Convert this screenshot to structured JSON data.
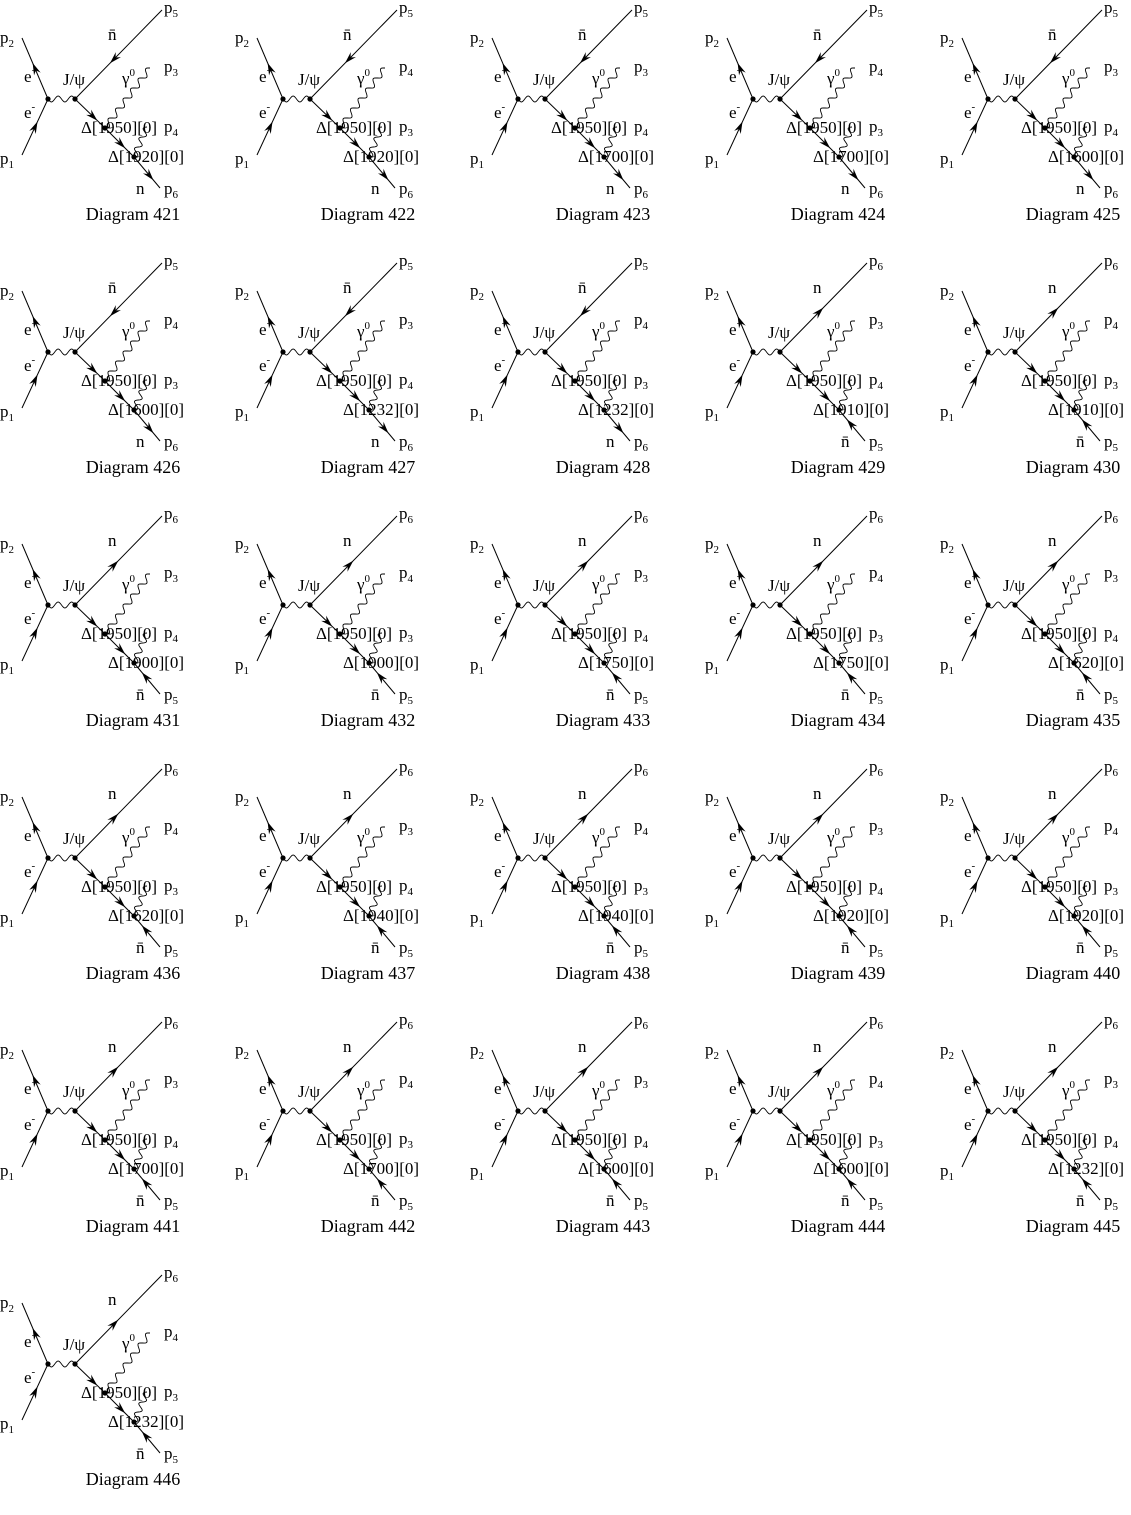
{
  "sheet": {
    "columns": 5,
    "diagrams": [
      {
        "caption": "Diagram 421",
        "top_label": "n̄",
        "top_ext": "p",
        "top_ext_sub": "5",
        "top_arrow": "in",
        "mid_label": "Δ[1920][0]",
        "bottom_label": "n",
        "bottom_ext": "p",
        "bottom_ext_sub": "6",
        "bottom_arrow": "out",
        "photon_top_sub": "3",
        "photon_bottom_sub": "4"
      },
      {
        "caption": "Diagram 422",
        "top_label": "n̄",
        "top_ext": "p",
        "top_ext_sub": "5",
        "top_arrow": "in",
        "mid_label": "Δ[1920][0]",
        "bottom_label": "n",
        "bottom_ext": "p",
        "bottom_ext_sub": "6",
        "bottom_arrow": "out",
        "photon_top_sub": "4",
        "photon_bottom_sub": "3"
      },
      {
        "caption": "Diagram 423",
        "top_label": "n̄",
        "top_ext": "p",
        "top_ext_sub": "5",
        "top_arrow": "in",
        "mid_label": "Δ[1700][0]",
        "bottom_label": "n",
        "bottom_ext": "p",
        "bottom_ext_sub": "6",
        "bottom_arrow": "out",
        "photon_top_sub": "3",
        "photon_bottom_sub": "4"
      },
      {
        "caption": "Diagram 424",
        "top_label": "n̄",
        "top_ext": "p",
        "top_ext_sub": "5",
        "top_arrow": "in",
        "mid_label": "Δ[1700][0]",
        "bottom_label": "n",
        "bottom_ext": "p",
        "bottom_ext_sub": "6",
        "bottom_arrow": "out",
        "photon_top_sub": "4",
        "photon_bottom_sub": "3"
      },
      {
        "caption": "Diagram 425",
        "top_label": "n̄",
        "top_ext": "p",
        "top_ext_sub": "5",
        "top_arrow": "in",
        "mid_label": "Δ[1600][0]",
        "bottom_label": "n",
        "bottom_ext": "p",
        "bottom_ext_sub": "6",
        "bottom_arrow": "out",
        "photon_top_sub": "3",
        "photon_bottom_sub": "4"
      },
      {
        "caption": "Diagram 426",
        "top_label": "n̄",
        "top_ext": "p",
        "top_ext_sub": "5",
        "top_arrow": "in",
        "mid_label": "Δ[1600][0]",
        "bottom_label": "n",
        "bottom_ext": "p",
        "bottom_ext_sub": "6",
        "bottom_arrow": "out",
        "photon_top_sub": "4",
        "photon_bottom_sub": "3"
      },
      {
        "caption": "Diagram 427",
        "top_label": "n̄",
        "top_ext": "p",
        "top_ext_sub": "5",
        "top_arrow": "in",
        "mid_label": "Δ[1232][0]",
        "bottom_label": "n",
        "bottom_ext": "p",
        "bottom_ext_sub": "6",
        "bottom_arrow": "out",
        "photon_top_sub": "3",
        "photon_bottom_sub": "4"
      },
      {
        "caption": "Diagram 428",
        "top_label": "n̄",
        "top_ext": "p",
        "top_ext_sub": "5",
        "top_arrow": "in",
        "mid_label": "Δ[1232][0]",
        "bottom_label": "n",
        "bottom_ext": "p",
        "bottom_ext_sub": "6",
        "bottom_arrow": "out",
        "photon_top_sub": "4",
        "photon_bottom_sub": "3"
      },
      {
        "caption": "Diagram 429",
        "top_label": "n",
        "top_ext": "p",
        "top_ext_sub": "6",
        "top_arrow": "out",
        "mid_label": "Δ[1910][0]",
        "bottom_label": "n̄",
        "bottom_ext": "p",
        "bottom_ext_sub": "5",
        "bottom_arrow": "in",
        "photon_top_sub": "3",
        "photon_bottom_sub": "4"
      },
      {
        "caption": "Diagram 430",
        "top_label": "n",
        "top_ext": "p",
        "top_ext_sub": "6",
        "top_arrow": "out",
        "mid_label": "Δ[1910][0]",
        "bottom_label": "n̄",
        "bottom_ext": "p",
        "bottom_ext_sub": "5",
        "bottom_arrow": "in",
        "photon_top_sub": "4",
        "photon_bottom_sub": "3"
      },
      {
        "caption": "Diagram 431",
        "top_label": "n",
        "top_ext": "p",
        "top_ext_sub": "6",
        "top_arrow": "out",
        "mid_label": "Δ[1900][0]",
        "bottom_label": "n̄",
        "bottom_ext": "p",
        "bottom_ext_sub": "5",
        "bottom_arrow": "in",
        "photon_top_sub": "3",
        "photon_bottom_sub": "4"
      },
      {
        "caption": "Diagram 432",
        "top_label": "n",
        "top_ext": "p",
        "top_ext_sub": "6",
        "top_arrow": "out",
        "mid_label": "Δ[1900][0]",
        "bottom_label": "n̄",
        "bottom_ext": "p",
        "bottom_ext_sub": "5",
        "bottom_arrow": "in",
        "photon_top_sub": "4",
        "photon_bottom_sub": "3"
      },
      {
        "caption": "Diagram 433",
        "top_label": "n",
        "top_ext": "p",
        "top_ext_sub": "6",
        "top_arrow": "out",
        "mid_label": "Δ[1750][0]",
        "bottom_label": "n̄",
        "bottom_ext": "p",
        "bottom_ext_sub": "5",
        "bottom_arrow": "in",
        "photon_top_sub": "3",
        "photon_bottom_sub": "4"
      },
      {
        "caption": "Diagram 434",
        "top_label": "n",
        "top_ext": "p",
        "top_ext_sub": "6",
        "top_arrow": "out",
        "mid_label": "Δ[1750][0]",
        "bottom_label": "n̄",
        "bottom_ext": "p",
        "bottom_ext_sub": "5",
        "bottom_arrow": "in",
        "photon_top_sub": "4",
        "photon_bottom_sub": "3"
      },
      {
        "caption": "Diagram 435",
        "top_label": "n",
        "top_ext": "p",
        "top_ext_sub": "6",
        "top_arrow": "out",
        "mid_label": "Δ[1620][0]",
        "bottom_label": "n̄",
        "bottom_ext": "p",
        "bottom_ext_sub": "5",
        "bottom_arrow": "in",
        "photon_top_sub": "3",
        "photon_bottom_sub": "4"
      },
      {
        "caption": "Diagram 436",
        "top_label": "n",
        "top_ext": "p",
        "top_ext_sub": "6",
        "top_arrow": "out",
        "mid_label": "Δ[1620][0]",
        "bottom_label": "n̄",
        "bottom_ext": "p",
        "bottom_ext_sub": "5",
        "bottom_arrow": "in",
        "photon_top_sub": "4",
        "photon_bottom_sub": "3"
      },
      {
        "caption": "Diagram 437",
        "top_label": "n",
        "top_ext": "p",
        "top_ext_sub": "6",
        "top_arrow": "out",
        "mid_label": "Δ[1940][0]",
        "bottom_label": "n̄",
        "bottom_ext": "p",
        "bottom_ext_sub": "5",
        "bottom_arrow": "in",
        "photon_top_sub": "3",
        "photon_bottom_sub": "4"
      },
      {
        "caption": "Diagram 438",
        "top_label": "n",
        "top_ext": "p",
        "top_ext_sub": "6",
        "top_arrow": "out",
        "mid_label": "Δ[1940][0]",
        "bottom_label": "n̄",
        "bottom_ext": "p",
        "bottom_ext_sub": "5",
        "bottom_arrow": "in",
        "photon_top_sub": "4",
        "photon_bottom_sub": "3"
      },
      {
        "caption": "Diagram 439",
        "top_label": "n",
        "top_ext": "p",
        "top_ext_sub": "6",
        "top_arrow": "out",
        "mid_label": "Δ[1920][0]",
        "bottom_label": "n̄",
        "bottom_ext": "p",
        "bottom_ext_sub": "5",
        "bottom_arrow": "in",
        "photon_top_sub": "3",
        "photon_bottom_sub": "4"
      },
      {
        "caption": "Diagram 440",
        "top_label": "n",
        "top_ext": "p",
        "top_ext_sub": "6",
        "top_arrow": "out",
        "mid_label": "Δ[1920][0]",
        "bottom_label": "n̄",
        "bottom_ext": "p",
        "bottom_ext_sub": "5",
        "bottom_arrow": "in",
        "photon_top_sub": "4",
        "photon_bottom_sub": "3"
      },
      {
        "caption": "Diagram 441",
        "top_label": "n",
        "top_ext": "p",
        "top_ext_sub": "6",
        "top_arrow": "out",
        "mid_label": "Δ[1700][0]",
        "bottom_label": "n̄",
        "bottom_ext": "p",
        "bottom_ext_sub": "5",
        "bottom_arrow": "in",
        "photon_top_sub": "3",
        "photon_bottom_sub": "4"
      },
      {
        "caption": "Diagram 442",
        "top_label": "n",
        "top_ext": "p",
        "top_ext_sub": "6",
        "top_arrow": "out",
        "mid_label": "Δ[1700][0]",
        "bottom_label": "n̄",
        "bottom_ext": "p",
        "bottom_ext_sub": "5",
        "bottom_arrow": "in",
        "photon_top_sub": "4",
        "photon_bottom_sub": "3"
      },
      {
        "caption": "Diagram 443",
        "top_label": "n",
        "top_ext": "p",
        "top_ext_sub": "6",
        "top_arrow": "out",
        "mid_label": "Δ[1600][0]",
        "bottom_label": "n̄",
        "bottom_ext": "p",
        "bottom_ext_sub": "5",
        "bottom_arrow": "in",
        "photon_top_sub": "3",
        "photon_bottom_sub": "4"
      },
      {
        "caption": "Diagram 444",
        "top_label": "n",
        "top_ext": "p",
        "top_ext_sub": "6",
        "top_arrow": "out",
        "mid_label": "Δ[1600][0]",
        "bottom_label": "n̄",
        "bottom_ext": "p",
        "bottom_ext_sub": "5",
        "bottom_arrow": "in",
        "photon_top_sub": "4",
        "photon_bottom_sub": "3"
      },
      {
        "caption": "Diagram 445",
        "top_label": "n",
        "top_ext": "p",
        "top_ext_sub": "6",
        "top_arrow": "out",
        "mid_label": "Δ[1232][0]",
        "bottom_label": "n̄",
        "bottom_ext": "p",
        "bottom_ext_sub": "5",
        "bottom_arrow": "in",
        "photon_top_sub": "3",
        "photon_bottom_sub": "4"
      },
      {
        "caption": "Diagram 446",
        "top_label": "n",
        "top_ext": "p",
        "top_ext_sub": "6",
        "top_arrow": "out",
        "mid_label": "Δ[1232][0]",
        "bottom_label": "n̄",
        "bottom_ext": "p",
        "bottom_ext_sub": "5",
        "bottom_arrow": "in",
        "photon_top_sub": "4",
        "photon_bottom_sub": "3"
      }
    ],
    "common": {
      "in_top": "p",
      "in_top_sub": "2",
      "in_bottom": "p",
      "in_bottom_sub": "1",
      "positron_label": "e",
      "positron_sup": "+",
      "electron_label": "e",
      "electron_sup": "-",
      "propagator_label": "J/ψ",
      "photon_label": "γ",
      "photon_sup": "0",
      "resonance_label": "Δ[1950][0]",
      "photon_top_ext": "p",
      "photon_bottom_ext": "p"
    }
  }
}
